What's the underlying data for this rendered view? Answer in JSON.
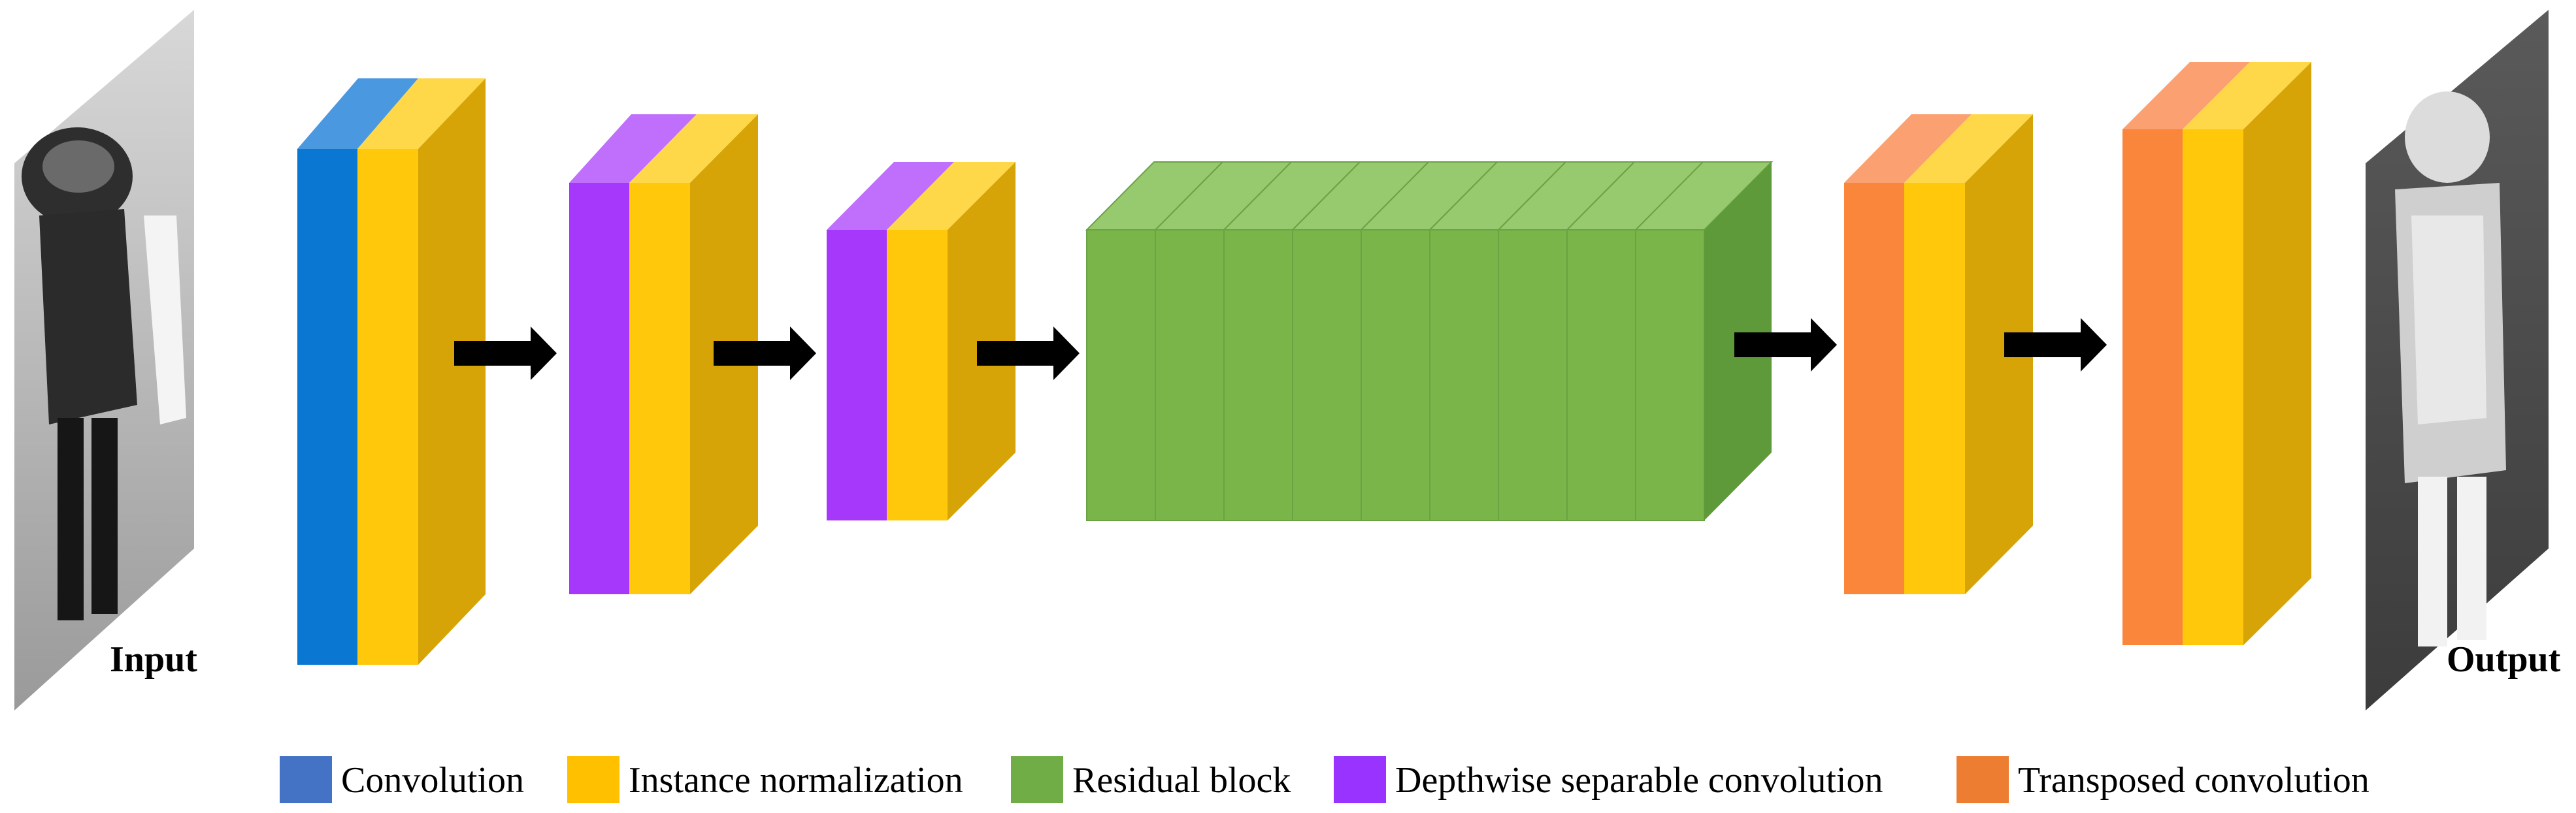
{
  "io": {
    "input_label": "Input",
    "output_label": "Output"
  },
  "colors": {
    "convolution": "#0a78d2",
    "instance_normalization": "#ffc80a",
    "instance_normalization_side": "#d6a406",
    "residual_front": "#7ab54a",
    "residual_top": "#97c96e",
    "residual_side": "#5f9a3a",
    "depthwise": "#a638fb",
    "depthwise_top": "#bf6ffb",
    "transposed": "#f9863a",
    "transposed_top": "#fba070",
    "arrow": "#000000"
  },
  "legend": [
    {
      "label": "Convolution",
      "color": "#4472c4"
    },
    {
      "label": "Instance normalization",
      "color": "#ffc000"
    },
    {
      "label": "Residual block",
      "color": "#70ad47"
    },
    {
      "label": "Depthwise separable convolution",
      "color": "#9933ff"
    },
    {
      "label": "Transposed convolution",
      "color": "#ed7d31"
    }
  ]
}
